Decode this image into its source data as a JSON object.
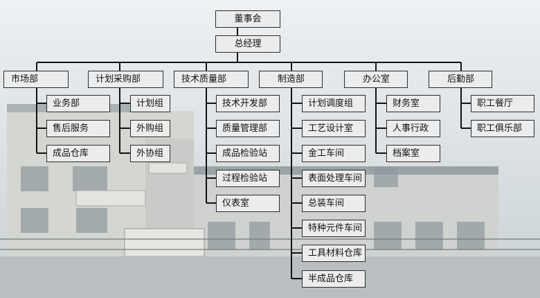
{
  "chart_data": {
    "type": "org-chart",
    "root": {
      "label": "董事会"
    },
    "manager": {
      "label": "总经理"
    },
    "departments": [
      {
        "label": "市场部",
        "units": [
          "业务部",
          "售后服务",
          "成品仓库"
        ]
      },
      {
        "label": "计划采购部",
        "units": [
          "计划组",
          "外购组",
          "外协组"
        ]
      },
      {
        "label": "技术质量部",
        "units": [
          "技术开发部",
          "质量管理部",
          "成品检验站",
          "过程检验站",
          "仪表室"
        ]
      },
      {
        "label": "制造部",
        "units": [
          "计划调度组",
          "工艺设计室",
          "金工车间",
          "表面处理车间",
          "总装车间",
          "特种元件车间",
          "工具材料仓库",
          "半成品仓库"
        ]
      },
      {
        "label": "办公室",
        "units": [
          "财务室",
          "人事行政",
          "档案室"
        ]
      },
      {
        "label": "后勤部",
        "units": [
          "职工餐厅",
          "职工俱乐部"
        ]
      }
    ]
  },
  "colors": {
    "box_fill": "#ececec",
    "box_border": "#2a2a2a",
    "line": "#111111",
    "sky": "#dbe1e4",
    "building_wall": "#cfd1cc"
  }
}
